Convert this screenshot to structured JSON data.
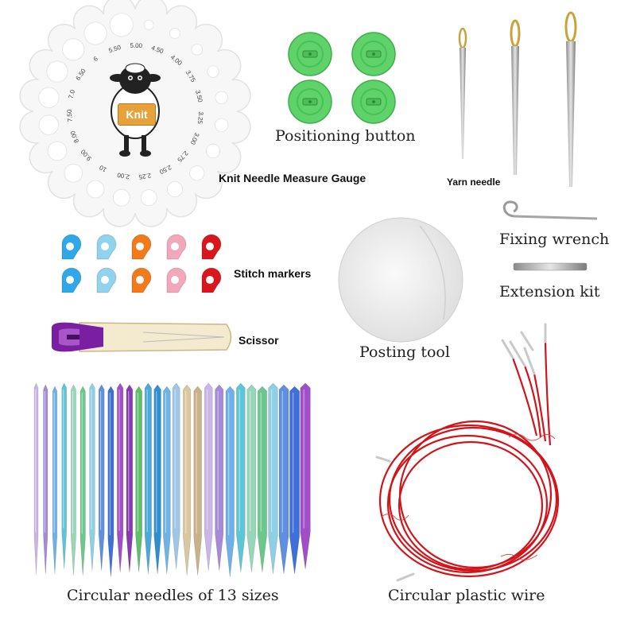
{
  "labels": {
    "gauge": "Knit Needle Measure Gauge",
    "positioning": "Positioning button",
    "yarn_needle": "Yarn needle",
    "fixing_wrench": "Fixing wrench",
    "extension_kit": "Extension kit",
    "stitch_markers": "Stitch markers",
    "scissor": "Scissor",
    "posting_tool": "Posting tool",
    "circular_needles": "Circular needles of 13 sizes",
    "circular_wire": "Circular plastic wire"
  },
  "gauge": {
    "badge": "Knit",
    "sizes": [
      "5.00",
      "4.50",
      "4.00",
      "3.75",
      "3.50",
      "3.25",
      "3.00",
      "2.75",
      "2.50",
      "2.25",
      "2.00",
      "10",
      "9.00",
      "8.00",
      "7.50",
      "7.0",
      "6.50",
      "6",
      "5.50"
    ]
  },
  "colors": {
    "stitch_markers": [
      "#2ea8e8",
      "#8fd3ee",
      "#f27a1a",
      "#f3a7bb",
      "#d8161c"
    ],
    "button_green": "#5fd36a",
    "wire_red": "#d2141a",
    "scissor_purple": "#7b1fa2"
  }
}
